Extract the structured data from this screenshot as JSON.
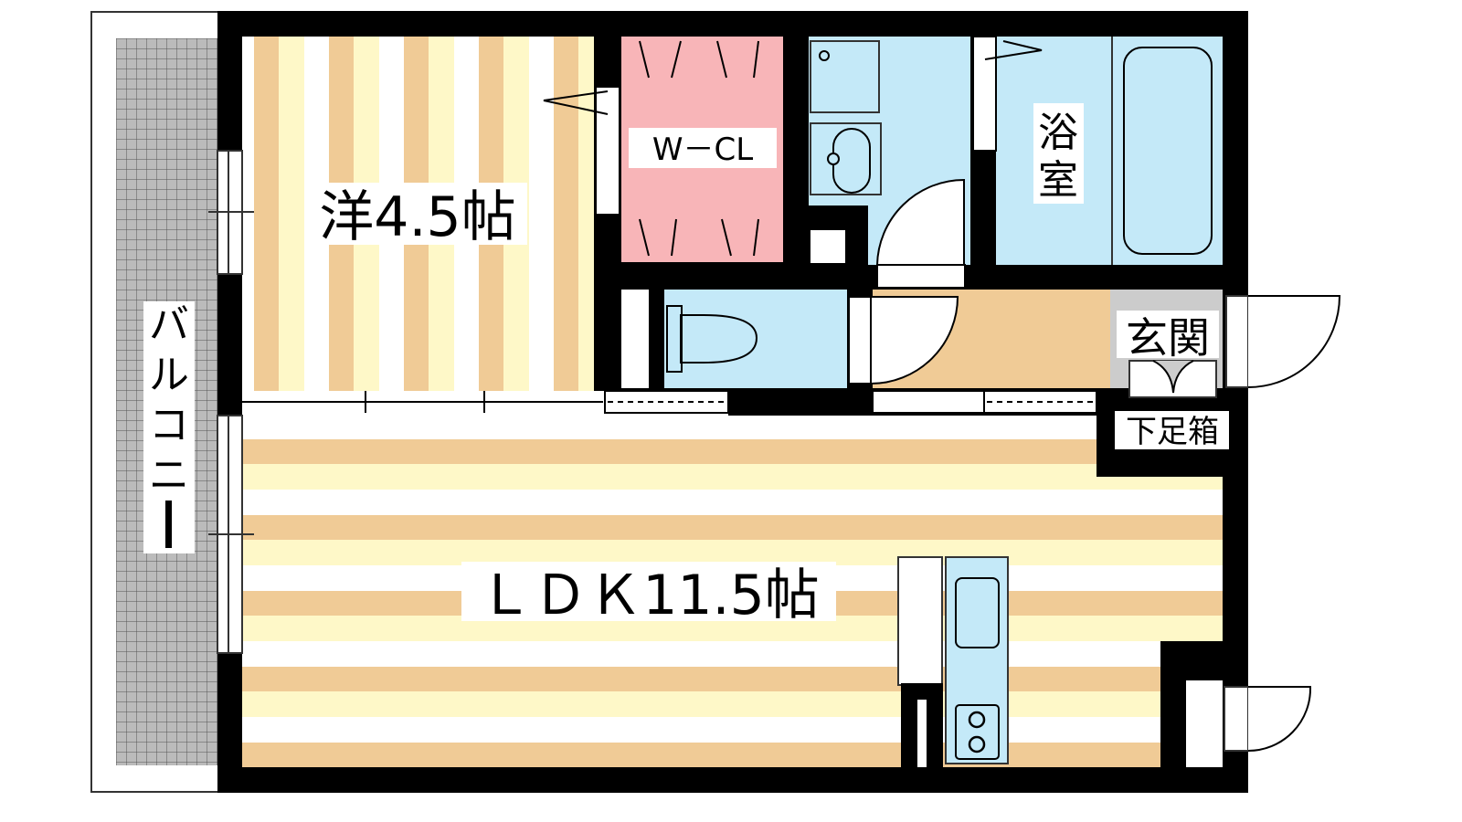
{
  "colors": {
    "wall": "#000000",
    "floor_orange": "#F0CB96",
    "floor_yellow": "#FEF8C8",
    "water_blue": "#C4E9F8",
    "closet_pink": "#F8B5B8",
    "entrance_gray": "#CCCCCC",
    "balcony_gray": "#BBBBBB"
  },
  "rooms": {
    "western": "洋4.5帖",
    "closet": "W－CL",
    "bath_1": "浴",
    "bath_2": "室",
    "entrance": "玄関",
    "shoe_box": "下足箱",
    "ldk": "ＬＤＫ11.5帖",
    "balcony": [
      "バ",
      "ル",
      "コ",
      "ニ",
      "ー"
    ]
  }
}
